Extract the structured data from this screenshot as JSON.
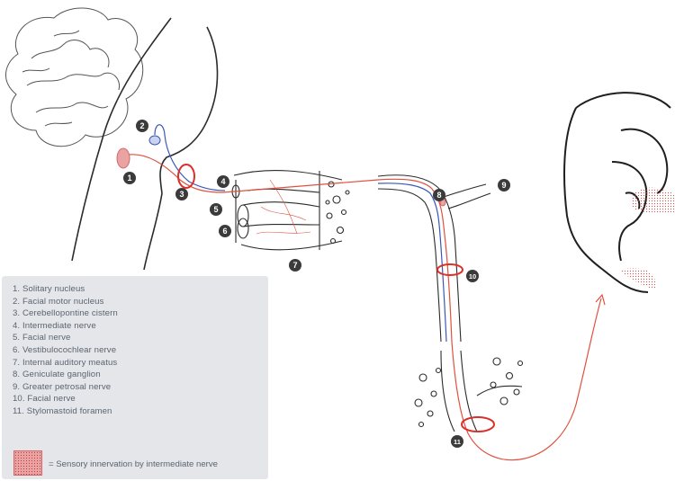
{
  "markers": [
    "1",
    "2",
    "3",
    "4",
    "5",
    "6",
    "7",
    "8",
    "9",
    "10",
    "11"
  ],
  "legend": {
    "items": [
      "1. Solitary nucleus",
      "2. Facial motor nucleus",
      "3. Cerebellopontine cistern",
      "4. Intermediate nerve",
      "5. Facial nerve",
      "6. Vestibulocochlear nerve",
      "7. Internal auditory meatus",
      "8. Geniculate ganglion",
      "9. Greater petrosal nerve",
      "10. Facial nerve",
      "11. Stylomastoid foramen"
    ],
    "swatch_text": "= Sensory innervation by intermediate nerve"
  },
  "colors": {
    "nerve_red": "#e0503f",
    "nerve_blue": "#3a57b8",
    "line_dark": "#2b2b2b",
    "marker_fill": "#3b3b3b",
    "legend_bg": "#e4e6ea",
    "legend_text": "#5b6470",
    "sensory_fill": "#e9a3a3"
  }
}
